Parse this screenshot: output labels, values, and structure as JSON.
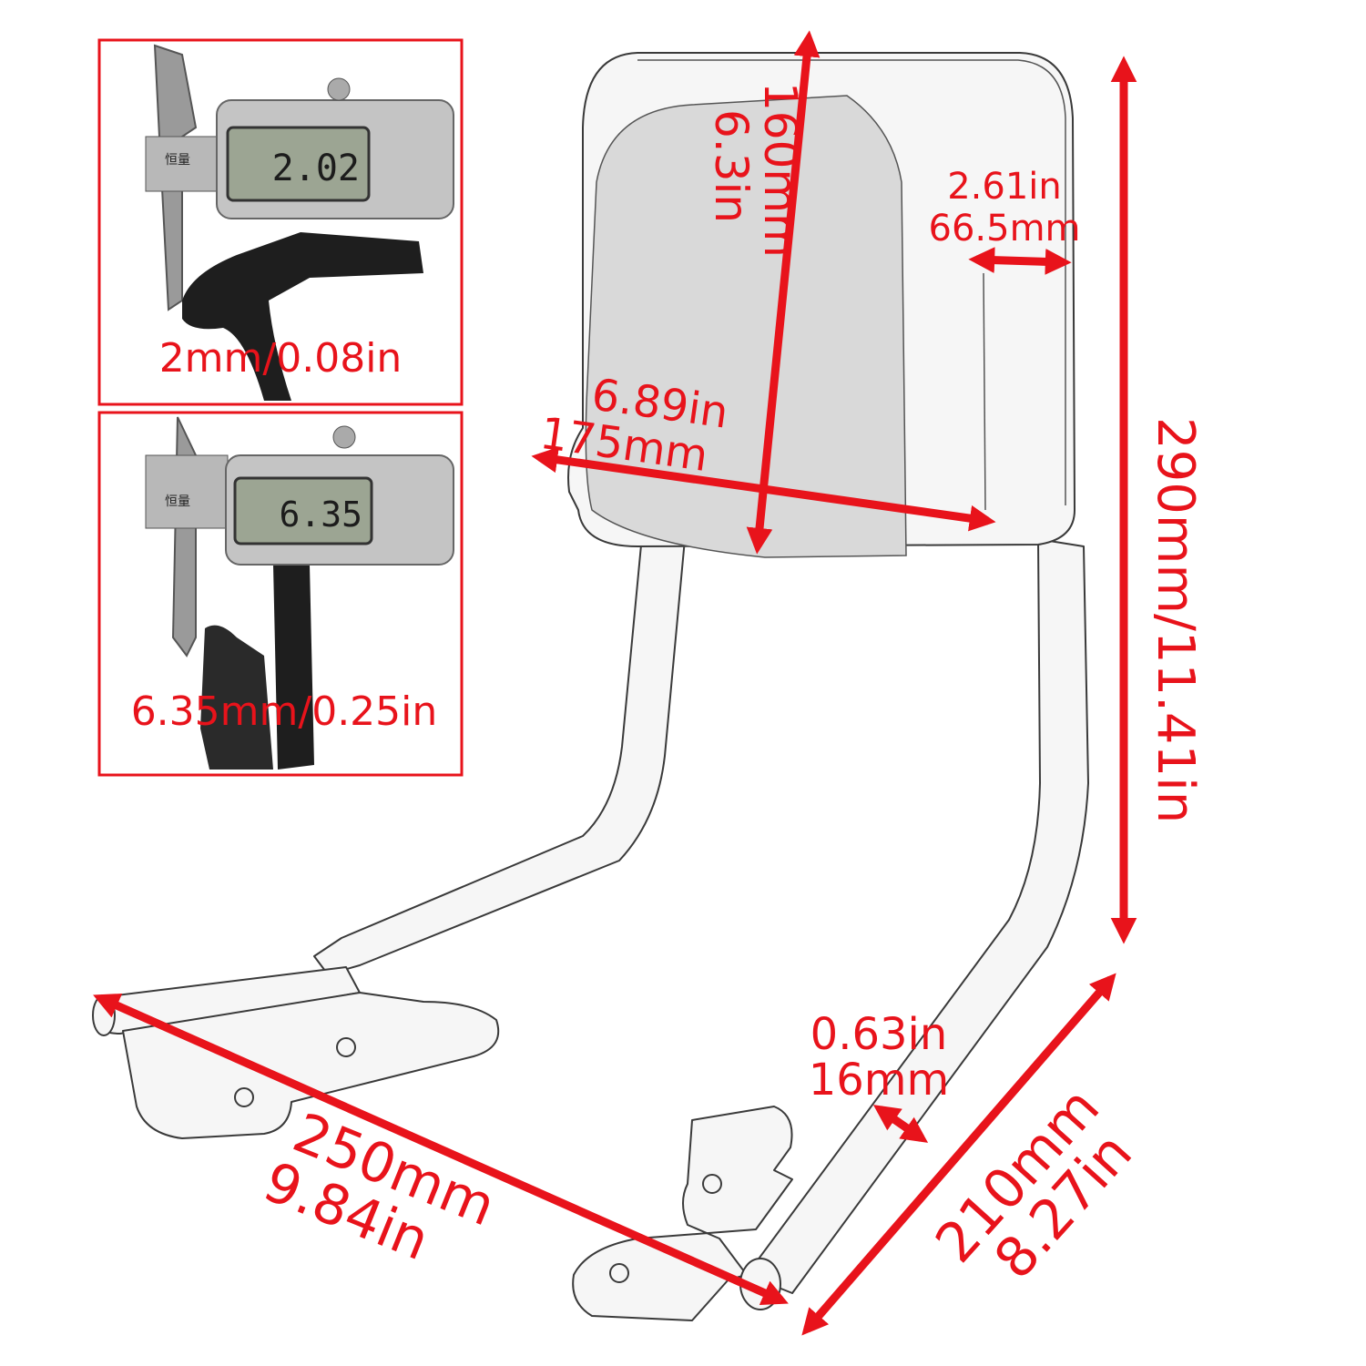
{
  "insets": [
    {
      "caption": "2mm/0.08in",
      "display_value": "2.02",
      "scale_text": "恒量"
    },
    {
      "caption": "6.35mm/0.25in",
      "display_value": "6.35",
      "scale_text": "恒量"
    }
  ],
  "dimensions": {
    "pad_height": [
      "160mm",
      "6.3in"
    ],
    "pad_depth": [
      "2.61in",
      "66.5mm"
    ],
    "pad_width": [
      "6.89in",
      "175mm"
    ],
    "overall_height": "290mm/11.41in",
    "tube_diameter": [
      "0.63in",
      "16mm"
    ],
    "left_length": [
      "250mm",
      "9.84in"
    ],
    "right_length": [
      "210mm",
      "8.27in"
    ]
  },
  "colors": {
    "annotation": "#e8131b",
    "outline": "#3a3a3a"
  }
}
